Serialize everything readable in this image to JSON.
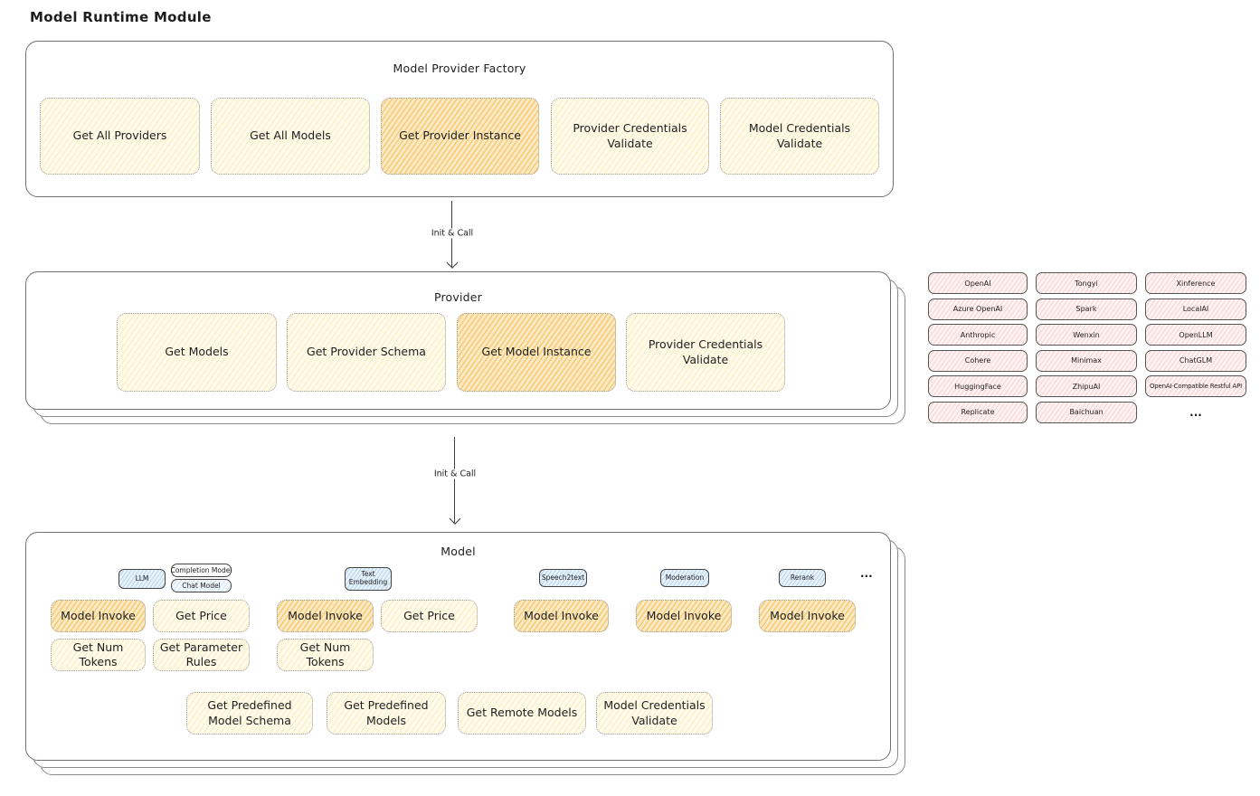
{
  "page": {
    "title": "Model Runtime Module"
  },
  "arrow1": {
    "label": "Init & Call"
  },
  "arrow2": {
    "label": "Init & Call"
  },
  "factory": {
    "title": "Model Provider Factory",
    "buttons": [
      {
        "label": "Get All Providers",
        "highlighted": false
      },
      {
        "label": "Get All Models",
        "highlighted": false
      },
      {
        "label": "Get Provider Instance",
        "highlighted": true
      },
      {
        "label": "Provider Credentials Validate",
        "highlighted": false
      },
      {
        "label": "Model Credentials Validate",
        "highlighted": false
      }
    ]
  },
  "provider": {
    "title": "Provider",
    "buttons": [
      {
        "label": "Get Models",
        "highlighted": false
      },
      {
        "label": "Get Provider Schema",
        "highlighted": false
      },
      {
        "label": "Get Model Instance",
        "highlighted": true
      },
      {
        "label": "Provider Credentials Validate",
        "highlighted": false
      }
    ]
  },
  "providers": {
    "items": [
      "OpenAI",
      "Tongyi",
      "Xinference",
      "Azure OpenAI",
      "Spark",
      "LocalAI",
      "Anthropic",
      "Wenxin",
      "OpenLLM",
      "Cohere",
      "Minimax",
      "ChatGLM",
      "HuggingFace",
      "ZhipuAI",
      "OpenAI-Compatible Restful API",
      "Replicate",
      "Baichuan"
    ],
    "more": "..."
  },
  "model": {
    "title": "Model",
    "types": {
      "llm": "LLM",
      "completion": "Completion Model",
      "chat": "Chat Model",
      "text_embedding": "Text Embedding",
      "speech2text": "Speech2text",
      "moderation": "Moderation",
      "rerank": "Rerank",
      "more": "..."
    },
    "llm_buttons": [
      "Model Invoke",
      "Get Price",
      "Get Num Tokens",
      "Get Parameter Rules"
    ],
    "embedding_buttons": [
      "Model Invoke",
      "Get Price",
      "Get Num Tokens"
    ],
    "speech2text_buttons": [
      "Model Invoke"
    ],
    "moderation_buttons": [
      "Model Invoke"
    ],
    "rerank_buttons": [
      "Model Invoke"
    ],
    "shared_buttons": [
      "Get Predefined Model Schema",
      "Get Predefined Models",
      "Get Remote Models",
      "Model Credentials Validate"
    ]
  },
  "colors": {
    "yellow_fill": "#fffbea",
    "yellow_hatch": "#f4c95d",
    "orange_fill": "#fcebc2",
    "orange_hatch": "#f0a92e",
    "pink_fill": "#fdf1f1",
    "pink_hatch": "#f09696",
    "blue_fill": "#e9f3fc",
    "blue_hatch": "#74a8d8",
    "ink": "#1e1e1e"
  }
}
